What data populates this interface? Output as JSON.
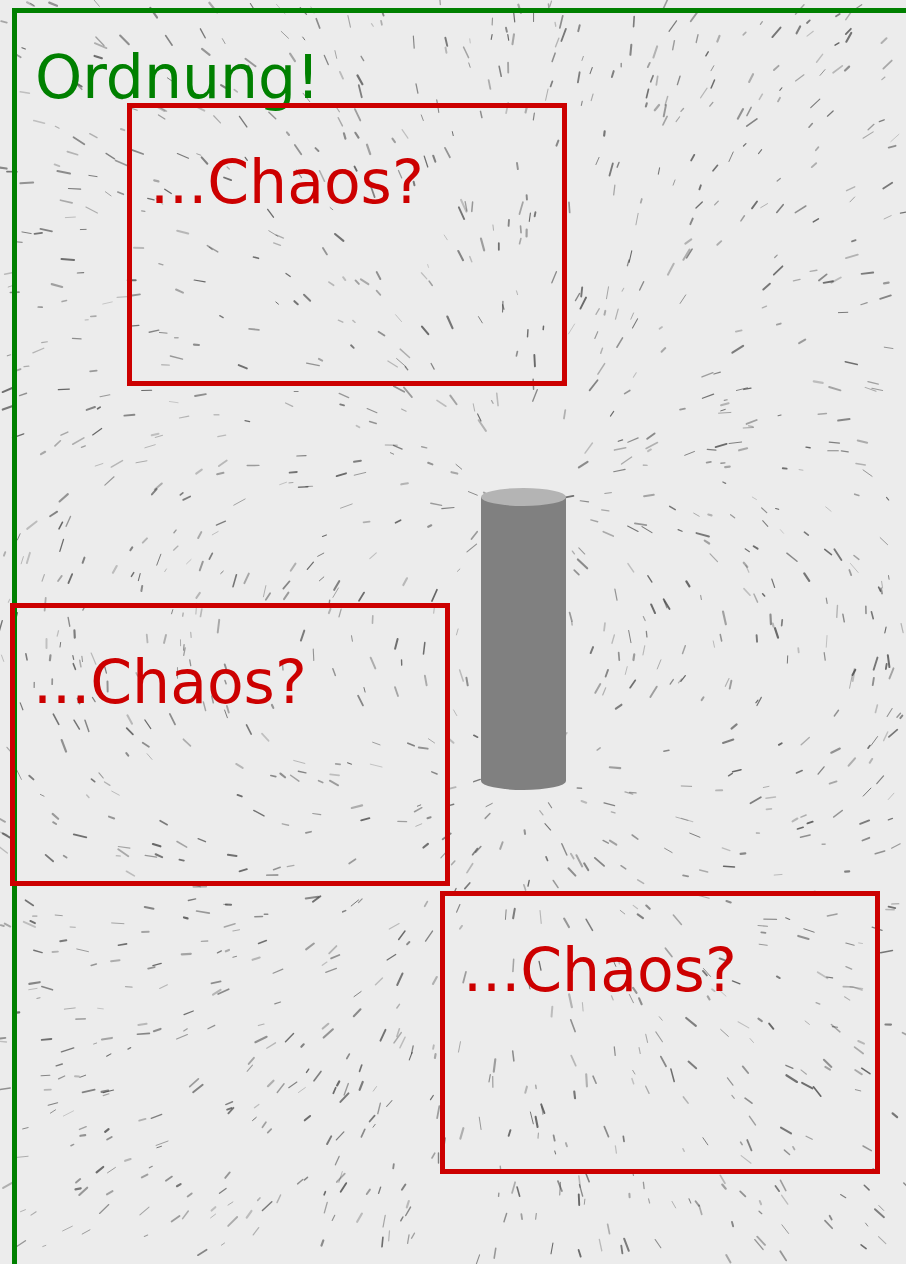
{
  "diagram": {
    "nodes": [
      {
        "text": [
          "Ordnung!"
        ]
      },
      {
        "text": [
          "...Chaos?"
        ],
        "in": 0
      },
      {
        "text": [
          "...Chaos?"
        ],
        "in": 0
      },
      {
        "text": [
          "...Chaos?"
        ],
        "in": 0
      }
    ]
  }
}
